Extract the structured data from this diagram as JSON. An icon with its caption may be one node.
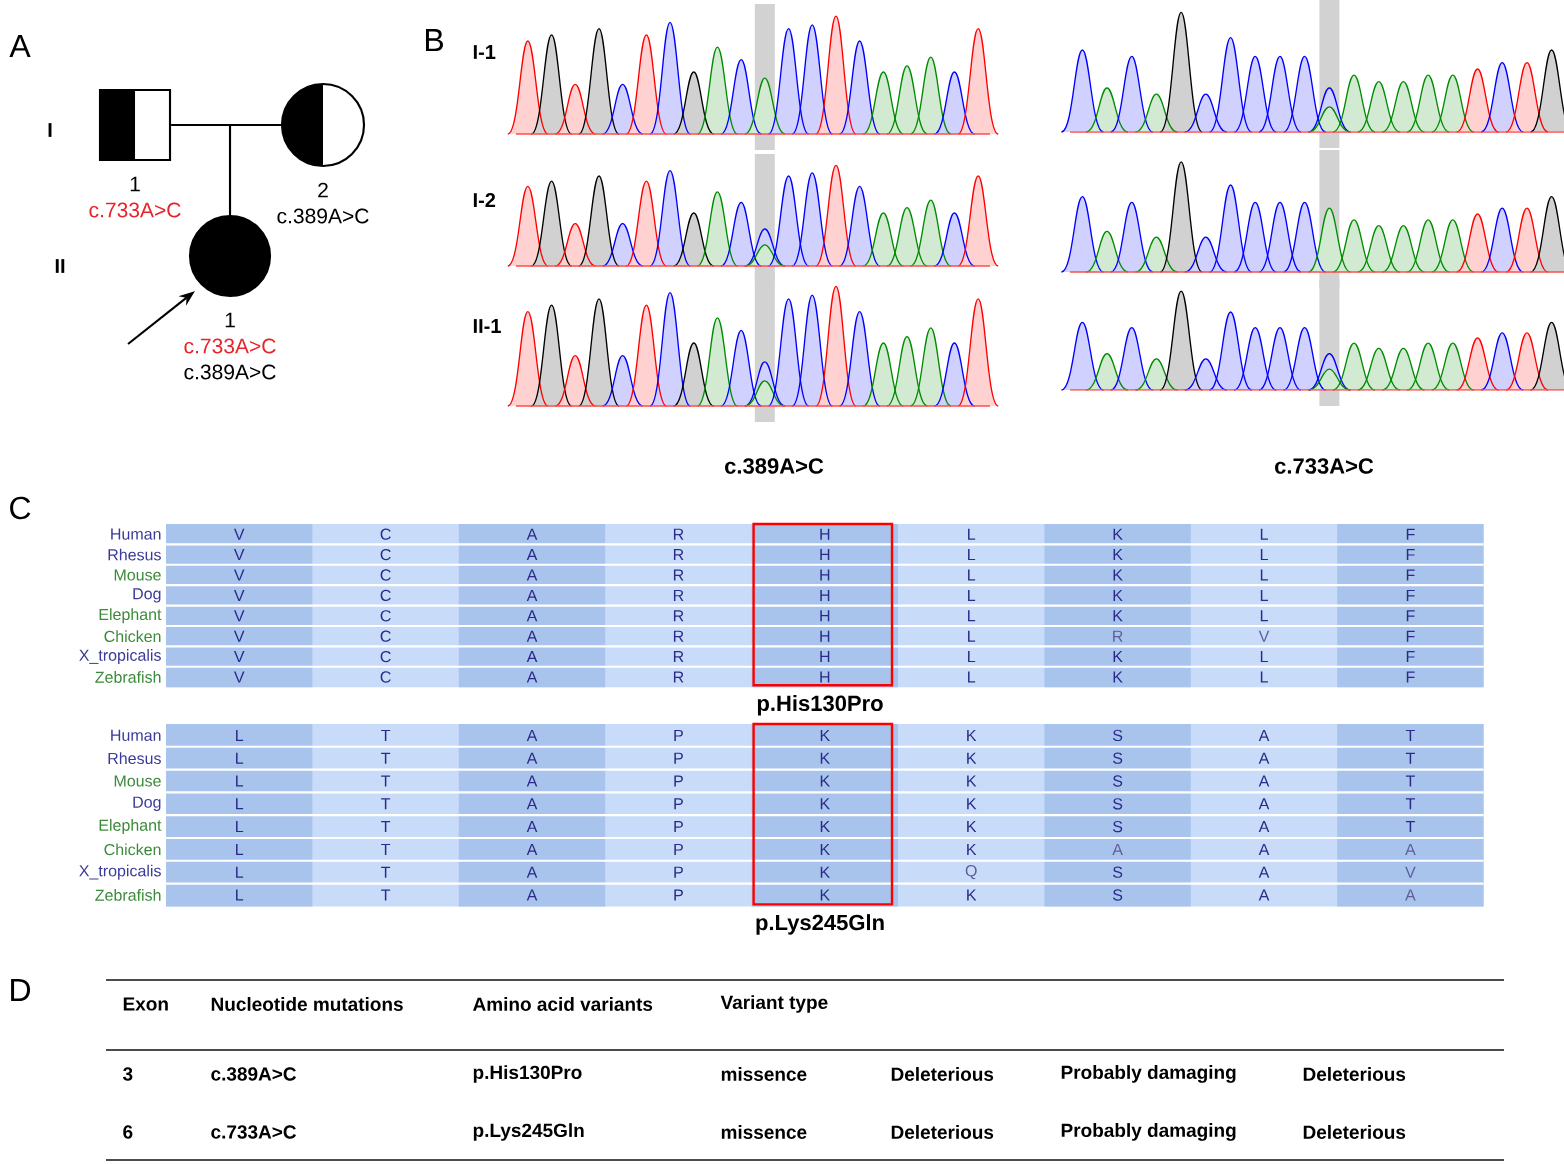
{
  "diagram": {
    "nodes": [
      {
        "text": [
          "1",
          "c.733A>C"
        ]
      },
      {
        "text": [
          "2",
          "c.389A>C"
        ]
      },
      {
        "text": [
          "1",
          "c.733A>C",
          "c.389A>C"
        ]
      }
    ],
    "edges": [
      {
        "from": 0,
        "to": 2,
        "arrow": "none"
      },
      {
        "from": 1,
        "to": 2,
        "arrow": "none"
      },
      {
        "from": null,
        "to": 2,
        "arrow": "to"
      }
    ],
    "labels": [
      "A",
      "I",
      "II",
      "B",
      "I-1",
      "I-2",
      "II-1",
      "c.389A>C",
      "c.733A>C",
      "C",
      "Human",
      "V",
      "C",
      "A",
      "R",
      "H",
      "L",
      "K",
      "L",
      "F",
      "Rhesus",
      "V",
      "C",
      "A",
      "R",
      "H",
      "L",
      "K",
      "L",
      "F",
      "Mouse",
      "V",
      "C",
      "A",
      "R",
      "H",
      "L",
      "K",
      "L",
      "F",
      "Dog",
      "V",
      "C",
      "A",
      "R",
      "H",
      "L",
      "K",
      "L",
      "F",
      "Elephant",
      "V",
      "C",
      "A",
      "R",
      "H",
      "L",
      "K",
      "L",
      "F",
      "Chicken",
      "V",
      "C",
      "A",
      "R",
      "H",
      "L",
      "R",
      "V",
      "F",
      "X_tropicalis",
      "V",
      "C",
      "A",
      "R",
      "H",
      "L",
      "K",
      "L",
      "F",
      "Zebrafish",
      "V",
      "C",
      "A",
      "R",
      "H",
      "L",
      "K",
      "L",
      "F",
      "p.His130Pro",
      "Human",
      "L",
      "T",
      "A",
      "P",
      "K",
      "K",
      "S",
      "A",
      "T",
      "Rhesus",
      "L",
      "T",
      "A",
      "P",
      "K",
      "K",
      "S",
      "A",
      "T",
      "Mouse",
      "L",
      "T",
      "A",
      "P",
      "K",
      "K",
      "S",
      "A",
      "T",
      "Dog",
      "L",
      "T",
      "A",
      "P",
      "K",
      "K",
      "S",
      "A",
      "T",
      "Elephant",
      "L",
      "T",
      "A",
      "P",
      "K",
      "K",
      "S",
      "A",
      "T",
      "Chicken",
      "L",
      "T",
      "A",
      "P",
      "K",
      "K",
      "A",
      "A",
      "A",
      "X_tropicalis",
      "L",
      "T",
      "A",
      "P",
      "K",
      "Q",
      "S",
      "A",
      "V",
      "Zebrafish",
      "L",
      "T",
      "A",
      "P",
      "K",
      "K",
      "S",
      "A",
      "A",
      "p.Lys245Gln",
      "D",
      "Exon",
      "Nucleotide mutations",
      "Amino acid variants",
      "Variant type",
      "3",
      "c.389A>C",
      "p.His130Pro",
      "missence",
      "Deleterious",
      "Probably damaging",
      "Deleterious",
      "6",
      "c.733A>C",
      "p.Lys245Gln",
      "missence",
      "Deleterious",
      "Probably damaging",
      "Deleterious"
    ]
  }
}
